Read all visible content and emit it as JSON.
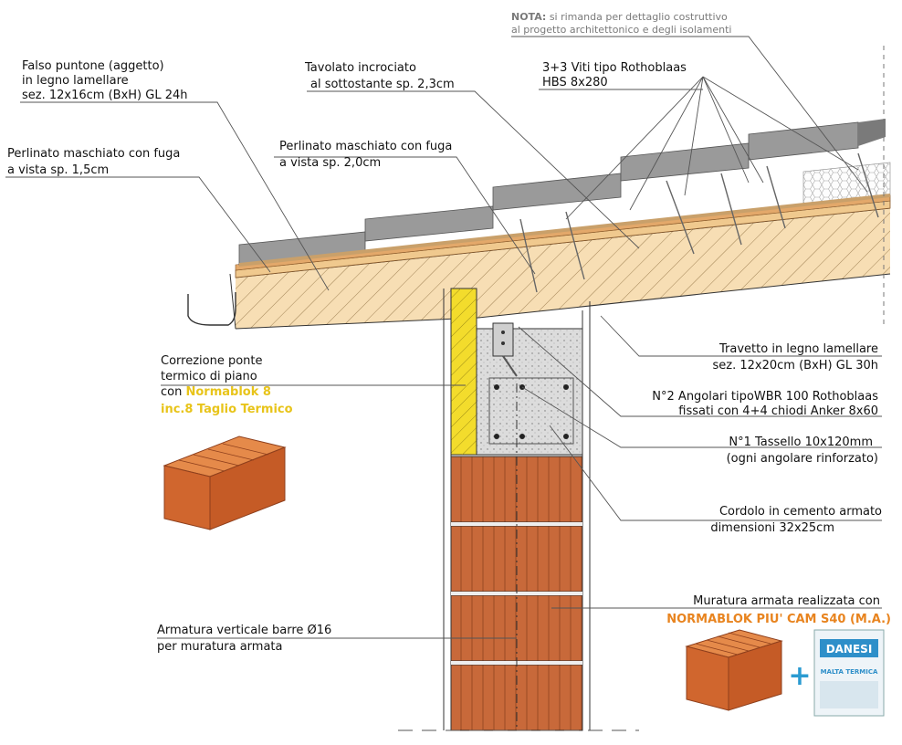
{
  "note": {
    "prefix": "NOTA:",
    "line1": " si rimanda per dettaglio costruttivo",
    "line2": "al progetto architettonico e degli isolamenti"
  },
  "labels": {
    "falso_puntone": [
      "Falso puntone (aggetto)",
      "in legno lamellare",
      "sez. 12x16cm (BxH) GL 24h"
    ],
    "tavolato": [
      "Tavolato incrociato",
      "al sottostante sp. 2,3cm"
    ],
    "viti": [
      "3+3 Viti tipo Rothoblaas",
      "HBS 8x280"
    ],
    "perlinato_15": [
      "Perlinato maschiato con fuga",
      "a vista sp. 1,5cm"
    ],
    "perlinato_20": [
      "Perlinato maschiato con fuga",
      "a vista sp. 2,0cm"
    ],
    "travetto": [
      "Travetto in legno lamellare",
      "sez. 12x20cm (BxH) GL 30h"
    ],
    "angolari": [
      "N°2 Angolari tipoWBR 100 Rothoblaas",
      "fissati con 4+4 chiodi Anker 8x60"
    ],
    "tassello": [
      "N°1 Tassello 10x120mm",
      "(ogni angolare rinforzato)"
    ],
    "cordolo": [
      "Cordolo in cemento armato",
      "dimensioni 32x25cm"
    ],
    "correzione": [
      "Correzione ponte",
      "termico di piano",
      "con ",
      "Normablok 8",
      "inc.8 Taglio Termico"
    ],
    "armatura": [
      "Armatura verticale barre Ø16",
      "per muratura armata"
    ],
    "muratura": [
      "Muratura armata realizzata con",
      "NORMABLOK PIU' CAM S40 (M.A.)"
    ]
  },
  "bag": {
    "brand": "DANESI",
    "product": "MALTA TERMICA"
  },
  "plus_sign": "+",
  "colors": {
    "brick": "#c8693a",
    "brick_dark": "#8e3f1c",
    "wood": "#f7deb4",
    "yellow": "#f3dc2c",
    "concrete": "#d9d9d9",
    "orange_text": "#e8841f",
    "yellow_text": "#e8c41a",
    "bag_blue": "#2e8fc9",
    "plus": "#2b9bd1"
  }
}
